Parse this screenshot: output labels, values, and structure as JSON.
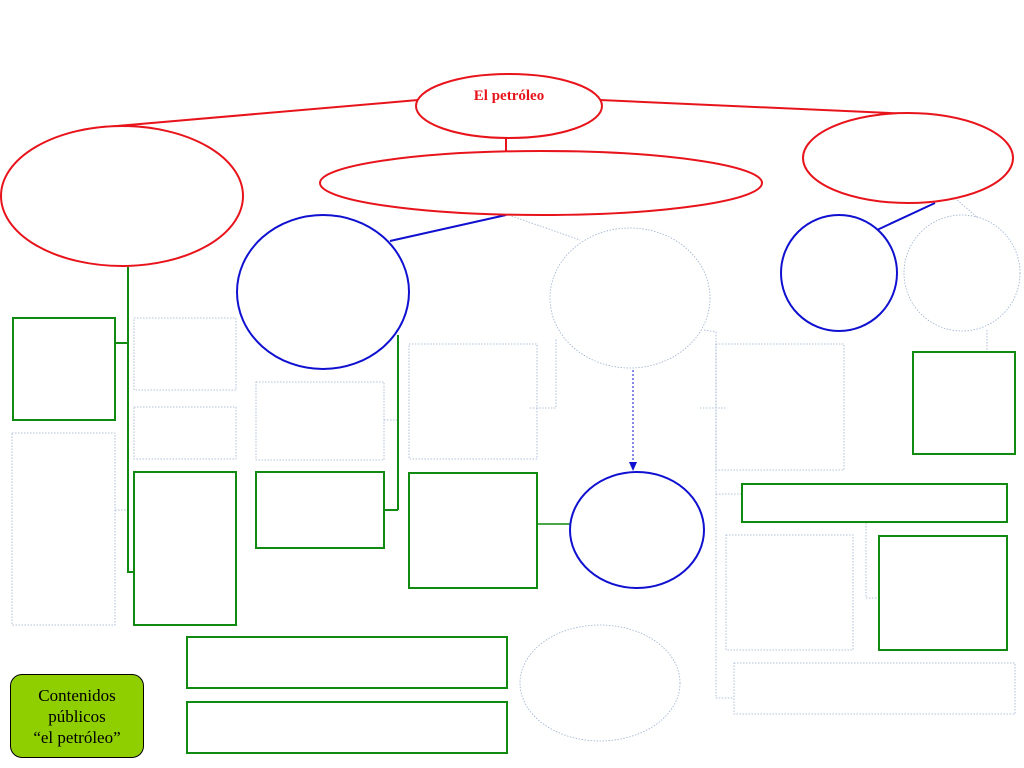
{
  "diagram": {
    "title": "El petróleo",
    "legend_lines": [
      "Contenidos",
      "públicos",
      "“el petróleo”"
    ],
    "colors": {
      "red": "#e8141c",
      "blue": "#1010d0",
      "green": "#118a11",
      "faint": "#9bb0cc",
      "legend_fill": "#8fcf00"
    }
  }
}
